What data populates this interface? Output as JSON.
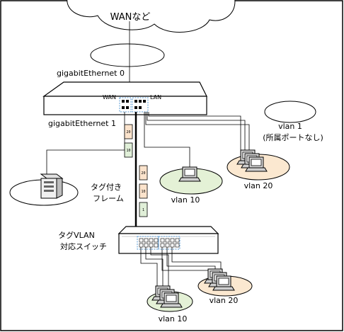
{
  "wan_cloud": {
    "label": "WANなど"
  },
  "router": {
    "gig0_label": "gigabitEthernet 0",
    "gig1_label": "gigabitEthernet 1",
    "wan_port_label": "WAN",
    "lan_port_label": "LAN"
  },
  "tagged_frame": {
    "line1": "タグ付き",
    "line2": "フレーム"
  },
  "switch": {
    "line1": "タグVLAN",
    "line2": "対応スイッチ"
  },
  "vlans": {
    "vlan1_line1": "vlan 1",
    "vlan1_line2": "(所属ポートなし)",
    "vlan10_upper": "vlan 10",
    "vlan20_upper": "vlan 20",
    "vlan10_lower": "vlan 10",
    "vlan20_lower": "vlan 20"
  },
  "tag_labels": {
    "g10": "10",
    "g20": "20",
    "b20": "20",
    "b10": "10",
    "b1": "1"
  },
  "colors": {
    "vlan10": "#e4f1d6",
    "vlan20": "#fbe8d0",
    "tag20": "#fbe3cc",
    "tag10": "#e0efd8",
    "port_highlight": "#5a9bd5"
  }
}
